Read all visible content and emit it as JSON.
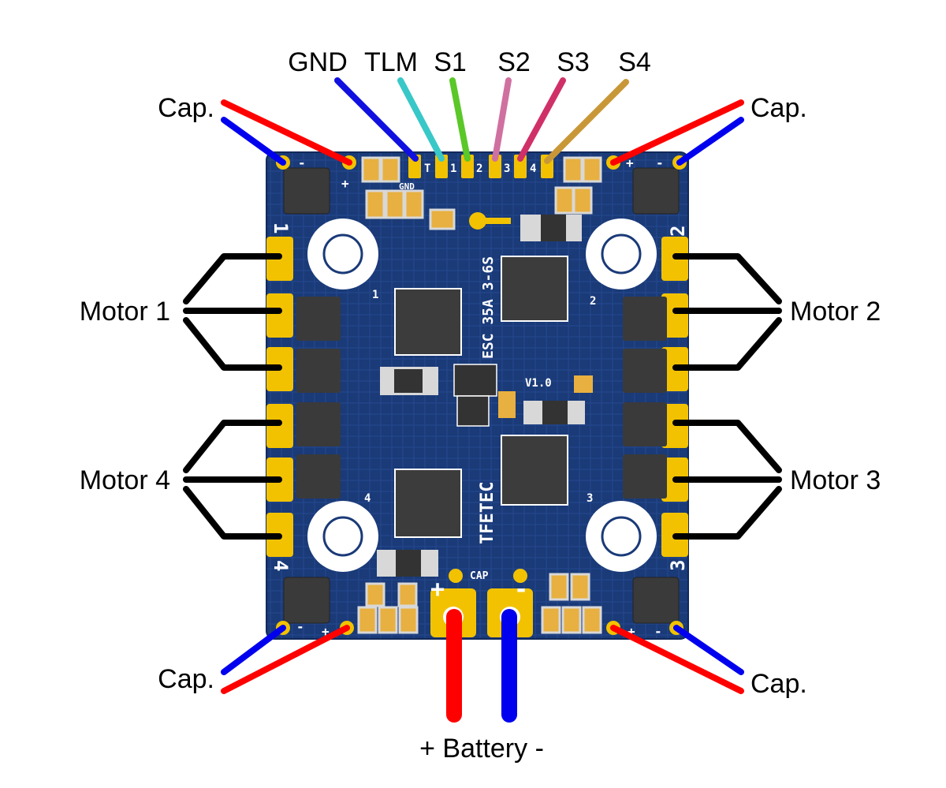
{
  "labels": {
    "signal": [
      "GND",
      "TLM",
      "S1",
      "S2",
      "S3",
      "S4"
    ],
    "cap": "Cap.",
    "motor1": "Motor 1",
    "motor2": "Motor 2",
    "motor3": "Motor 3",
    "motor4": "Motor 4",
    "battery": "+ Battery -"
  },
  "board": {
    "product": "ESC 35A 3-6S",
    "version": "V1.0",
    "brand": "TFETEC",
    "pad_gnd": "GND",
    "pad_cap": "CAP",
    "pads": [
      "T",
      "1",
      "2",
      "3",
      "4"
    ],
    "corner_numbers": [
      "1",
      "2",
      "3",
      "4"
    ],
    "chip_numbers": [
      "1",
      "2",
      "3",
      "4"
    ],
    "plus": "+",
    "minus": "-"
  },
  "colors": {
    "pcb": "#1a3a78",
    "pad": "#f2c200",
    "gnd_wire": "#1010e0",
    "tlm_wire": "#38c8c8",
    "s1_wire": "#5ac828",
    "s2_wire": "#d070a0",
    "s3_wire": "#d03068",
    "s4_wire": "#c89838",
    "positive": "#ff0000",
    "negative": "#0000ee",
    "motor_wire": "#000000"
  }
}
